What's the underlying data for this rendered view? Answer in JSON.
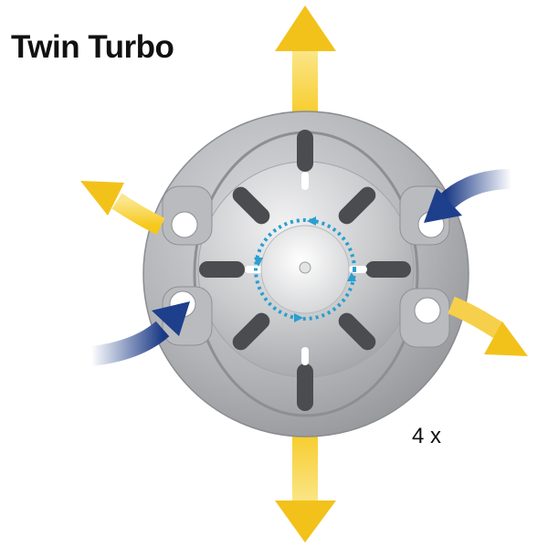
{
  "title": "Twin Turbo",
  "quantity_label": "4 x",
  "colors": {
    "outflow_arrow": "#F2C21A",
    "inflow_arrow": "#1E3F8C",
    "rotation_indicator": "#2A9FD0",
    "housing": "#A9ABAE",
    "slot": "#4A4C4F"
  },
  "icons": [
    "exhaust-arrow",
    "intake-arrow",
    "rotation-arrow",
    "fan-housing"
  ]
}
